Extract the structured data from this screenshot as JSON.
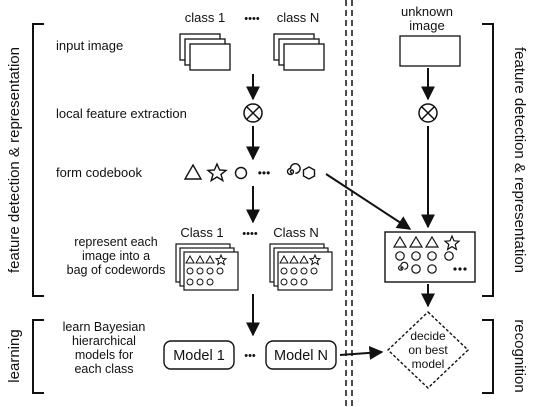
{
  "side_labels": {
    "feature_left": "feature detection & representation",
    "learning": "learning",
    "feature_right": "feature detection & representation",
    "recognition": "recognition"
  },
  "columns": {
    "class_first": "class 1",
    "class_last": "class N",
    "class_dots": "••••",
    "unknown_line1": "unknown",
    "unknown_line2": "image"
  },
  "steps": {
    "input_image": "input image",
    "local_feature_extraction": "local feature extraction",
    "form_codebook": "form codebook",
    "represent": [
      "represent each",
      "image into a",
      "bag of codewords"
    ],
    "learn": [
      "learn Bayesian",
      "hierarchical",
      "models for",
      "each class"
    ]
  },
  "bag": {
    "class_first": "Class 1",
    "class_last": "Class N",
    "class_dots": "••••"
  },
  "models": {
    "first": "Model 1",
    "dots": "•••",
    "last": "Model N"
  },
  "decision": [
    "decide",
    "on best",
    "model"
  ],
  "codebook_ellipsis": "•••",
  "colors": {
    "line": "#111111",
    "background": "#ffffff"
  },
  "icons": [
    "triangle-icon",
    "star-icon",
    "circle-icon",
    "spiral-icon",
    "hexagon-icon",
    "feature-extraction-icon"
  ]
}
